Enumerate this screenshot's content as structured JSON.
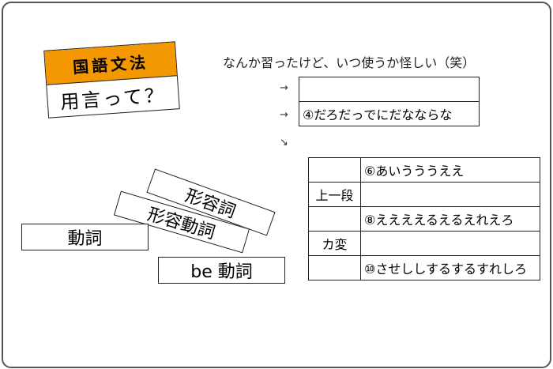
{
  "card": {
    "title": "国語文法",
    "subtitle": "用言って？",
    "color": "#f39800"
  },
  "tiles": {
    "verb": "動詞",
    "adjective": "形容詞",
    "adjectival_verb": "形容動詞",
    "be_verb": "be 動詞"
  },
  "note": "なんか習ったけど、いつ使うか怪しい（笑）",
  "arrows": [
    "→",
    "→",
    "↘"
  ],
  "table1": [
    "",
    "④だろだっでにだなならな"
  ],
  "table2": [
    [
      "",
      "⑥あいうううええ"
    ],
    [
      "上一段",
      ""
    ],
    [
      "",
      "⑧ええええるえるえれえろ"
    ],
    [
      "カ変",
      ""
    ],
    [
      "",
      "⑩させししするするすれしろ"
    ]
  ]
}
